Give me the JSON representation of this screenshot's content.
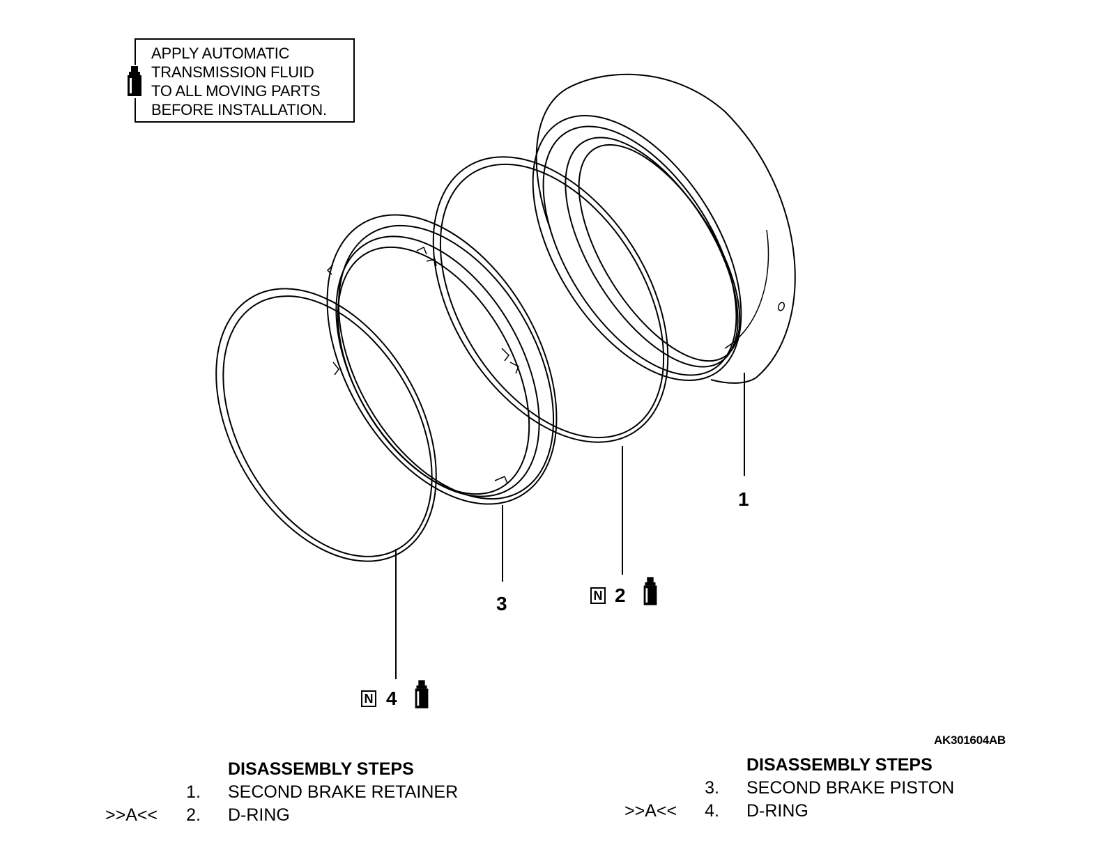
{
  "note": {
    "lines": [
      "APPLY AUTOMATIC",
      "TRANSMISSION FLUID",
      "TO ALL MOVING PARTS",
      "BEFORE INSTALLATION."
    ]
  },
  "callouts": [
    {
      "number": "1",
      "new_part": false,
      "apply_fluid": false
    },
    {
      "number": "2",
      "new_part": true,
      "apply_fluid": true
    },
    {
      "number": "3",
      "new_part": false,
      "apply_fluid": false
    },
    {
      "number": "4",
      "new_part": true,
      "apply_fluid": true
    }
  ],
  "new_part_symbol": "N",
  "figure_code": "AK301604AB",
  "steps_left": {
    "title": "DISASSEMBLY STEPS",
    "items": [
      {
        "ref": "",
        "num": "1.",
        "label": "SECOND BRAKE RETAINER"
      },
      {
        "ref": ">>A<<",
        "num": "2.",
        "label": "D-RING"
      }
    ]
  },
  "steps_right": {
    "title": "DISASSEMBLY STEPS",
    "items": [
      {
        "ref": "",
        "num": "3.",
        "label": "SECOND BRAKE PISTON"
      },
      {
        "ref": ">>A<<",
        "num": "4.",
        "label": "D-RING"
      }
    ]
  }
}
